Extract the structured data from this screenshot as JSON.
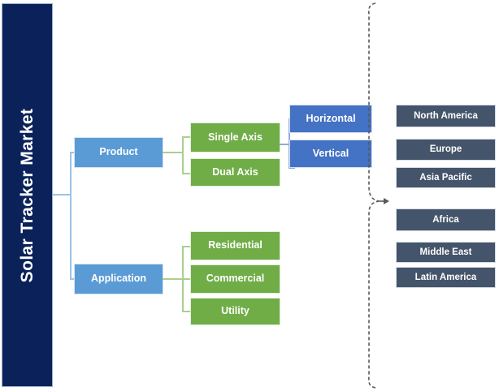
{
  "diagram": {
    "title": "Solar Tracker Market",
    "type": "market-segmentation-tree",
    "colors": {
      "title_bar": "#0A2259",
      "level1": "#5B9BD5",
      "level2": "#70AD47",
      "level3": "#4472C4",
      "regions": "#44546A",
      "connector_blue": "#9DC3E6",
      "connector_green": "#A9D08E",
      "connector_royal": "#8FAADC",
      "brace": "#595959",
      "background": "#FFFFFF"
    },
    "branches": [
      {
        "label": "Product",
        "children": [
          {
            "label": "Single Axis",
            "children": [
              {
                "label": "Horizontal"
              },
              {
                "label": "Vertical"
              }
            ]
          },
          {
            "label": "Dual Axis",
            "children": []
          }
        ]
      },
      {
        "label": "Application",
        "children": [
          {
            "label": "Residential",
            "children": []
          },
          {
            "label": "Commercial",
            "children": []
          },
          {
            "label": "Utility",
            "children": []
          }
        ]
      }
    ],
    "regions_group": {
      "top_cluster": [
        "North America",
        "Europe",
        "Asia Pacific"
      ],
      "bottom_cluster": [
        "Africa",
        "Middle East",
        "Latin America"
      ]
    }
  }
}
